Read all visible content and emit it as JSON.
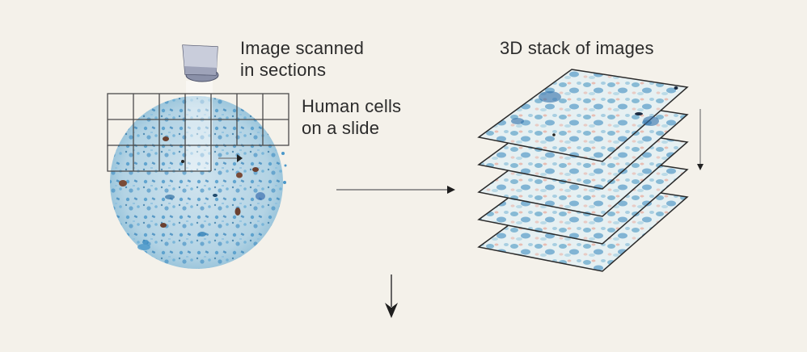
{
  "labels": {
    "scanned": {
      "line1": "Image scanned",
      "line2": "in sections"
    },
    "cells": {
      "line1": "Human cells",
      "line2": "on a slide"
    },
    "stack": {
      "line1": "3D stack of images"
    }
  },
  "colors": {
    "background": "#f4f1ea",
    "text": "#2b2b2b",
    "grid": "#4a4a4a",
    "stain_blue": "#3f8fc4",
    "stain_light": "#b9d7e6",
    "stain_brown": "#7a4a36",
    "stain_pink": "#e8a99a",
    "arrow": "#555555",
    "arrow_head": "#1e1e1e"
  },
  "diagram": {
    "scanner_icon": "scanner-camera-icon",
    "grid": {
      "columns_top_rows": 7,
      "columns_bottom_row": 4,
      "rows": 3
    },
    "stack_layers": 5,
    "arrows": [
      "right-arrow",
      "down-arrow-stack",
      "down-arrow-bottom"
    ]
  }
}
